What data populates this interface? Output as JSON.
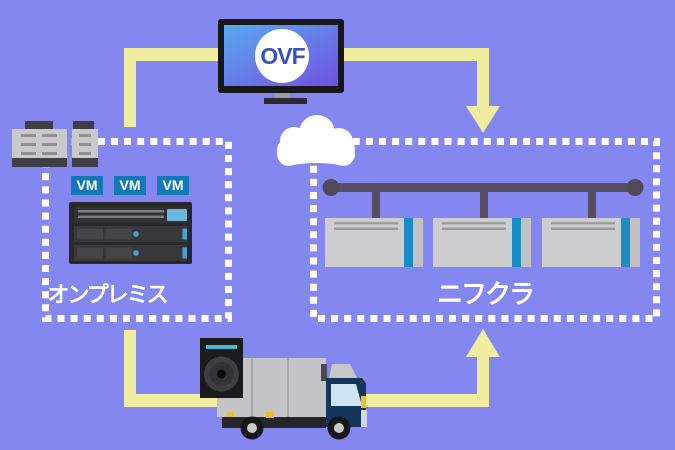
{
  "diagram": {
    "background_color": "#8487ef",
    "arrow_color": "#f1eda0",
    "monitor": {
      "badge": "OVF",
      "badge_color": "#3952c1"
    },
    "onprem_box": {
      "label": "オンプレミス",
      "vm_badges": [
        "VM",
        "VM",
        "VM"
      ],
      "vm_badge_color": "#1478b6"
    },
    "cloud_box": {
      "label": "ニフクラ",
      "server_count": 3,
      "server_stripe_color": "#1a8dc9"
    },
    "icons": {
      "monitor": "monitor-icon",
      "building": "building-icon",
      "server_rack": "server-rack-icon",
      "cloud": "cloud-icon",
      "network_bus": "network-bus",
      "cloud_server": "cloud-server-icon",
      "truck": "truck-icon",
      "storage_unit": "storage-unit-icon",
      "export_arrow": "export-arrow",
      "transport_arrow": "transport-arrow"
    }
  }
}
